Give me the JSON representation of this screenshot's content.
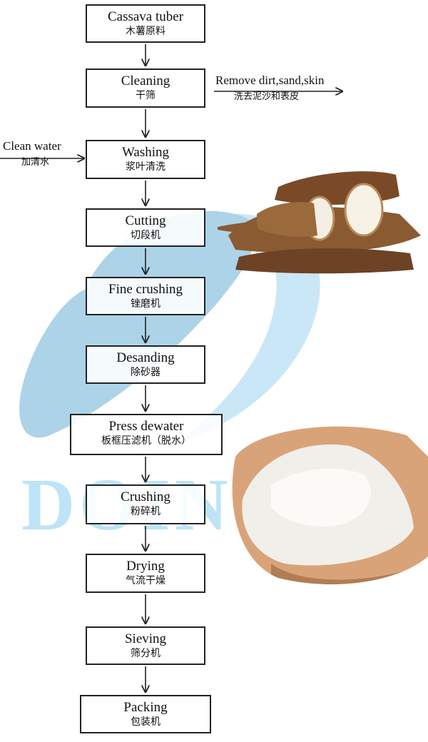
{
  "brand": {
    "watermark": "DOING",
    "watermark_color": "#87cdf0",
    "logo_color": "#6aaed6"
  },
  "steps": [
    {
      "en": "Cassava tuber",
      "zh": "木薯原料"
    },
    {
      "en": "Cleaning",
      "zh": "干筛"
    },
    {
      "en": "Washing",
      "zh": "浆叶清洗"
    },
    {
      "en": "Cutting",
      "zh": "切段机"
    },
    {
      "en": "Fine crushing",
      "zh": "锉磨机"
    },
    {
      "en": "Desanding",
      "zh": "除砂器"
    },
    {
      "en": "Press dewater",
      "zh": "板框压滤机（脱水）"
    },
    {
      "en": "Crushing",
      "zh": "粉碎机"
    },
    {
      "en": "Drying",
      "zh": "气流干燥"
    },
    {
      "en": "Sieving",
      "zh": "筛分机"
    },
    {
      "en": "Packing",
      "zh": "包装机"
    }
  ],
  "side_output": {
    "en": "Remove dirt,sand,skin",
    "zh": "洗去泥沙和表皮"
  },
  "side_input": {
    "en": "Clean water",
    "zh": "加清水"
  },
  "photos": [
    {
      "icon": "cassava-roots-photo"
    },
    {
      "icon": "starch-powder-photo"
    }
  ]
}
